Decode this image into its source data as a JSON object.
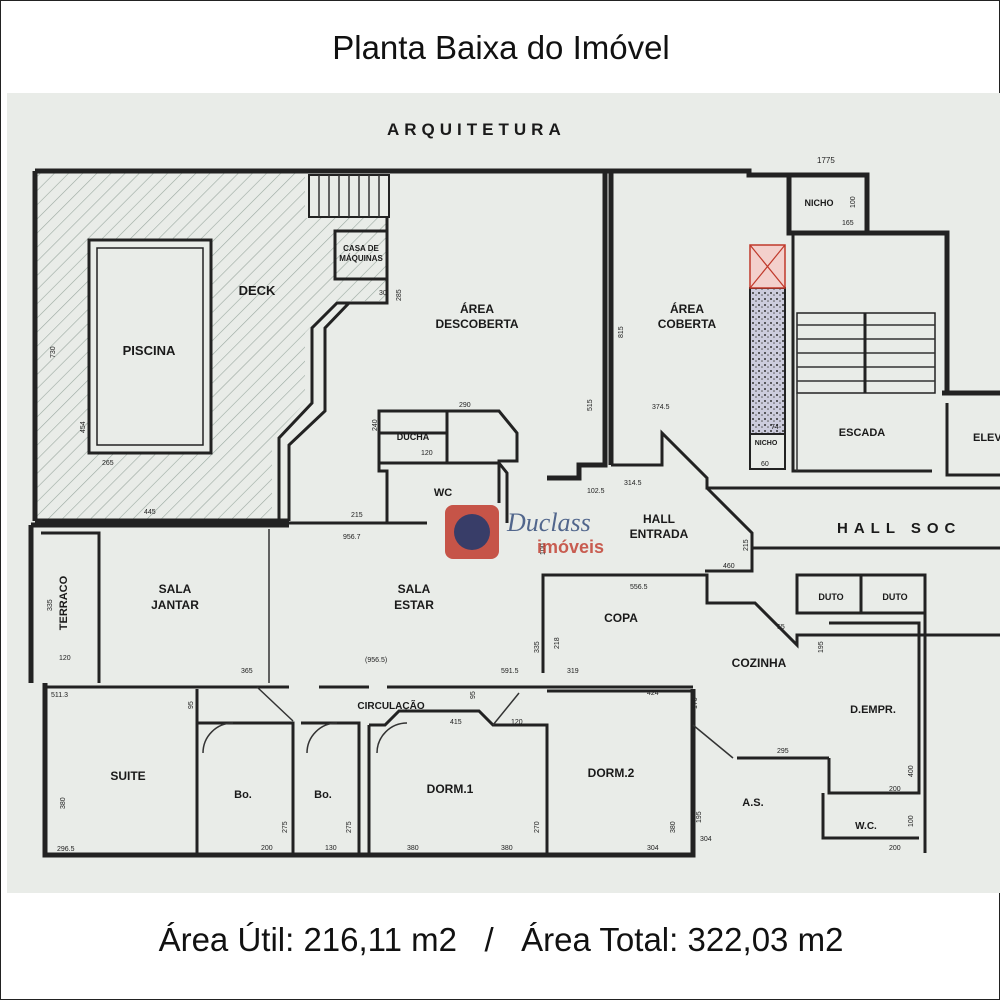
{
  "header": {
    "title": "Planta Baixa do Imóvel"
  },
  "plan": {
    "section_title": "ARQUITETURA",
    "hall_social": "HALL SOC",
    "rooms": {
      "piscina": "PISCINA",
      "deck": "DECK",
      "casa_maquinas_1": "CASA DE",
      "casa_maquinas_2": "MÁQUINAS",
      "area_descoberta_1": "ÁREA",
      "area_descoberta_2": "DESCOBERTA",
      "area_coberta_1": "ÁREA",
      "area_coberta_2": "COBERTA",
      "nicho_top": "NICHO",
      "nicho_small": "NICHO",
      "escada": "ESCADA",
      "elevador": "ELEV",
      "ducha": "DUCHA",
      "wc": "WC",
      "hall_entrada_1": "HALL",
      "hall_entrada_2": "ENTRADA",
      "terraco": "TERRACO",
      "sala_jantar_1": "SALA",
      "sala_jantar_2": "JANTAR",
      "sala_estar_1": "SALA",
      "sala_estar_2": "ESTAR",
      "copa": "COPA",
      "cozinha": "COZINHA",
      "duto_1": "DUTO",
      "duto_2": "DUTO",
      "d_empr": "D.EMPR.",
      "circulacao": "CIRCULAÇÃO",
      "suite": "SUITE",
      "bo_1": "Bo.",
      "bo_2": "Bo.",
      "dorm_1": "DORM.1",
      "dorm_2": "DORM.2",
      "as": "A.S.",
      "wc_2": "W.C."
    },
    "dimensions": {
      "d1775": "1775",
      "d100a": "100",
      "d165": "165",
      "d730": "730",
      "d454": "454",
      "d265": "265",
      "d445": "445",
      "d285": "285",
      "d30": "30",
      "d815": "815",
      "d515": "515",
      "d3745": "374.5",
      "d74": "74",
      "d60": "60",
      "d290": "290",
      "d240": "240",
      "d120a": "120",
      "d3145": "314.5",
      "d1025": "102.5",
      "d215a": "215",
      "d9567": "956.7",
      "d100b": "100",
      "d215b": "215",
      "d460": "460",
      "d335a": "335",
      "d120b": "120",
      "d5565": "556.5",
      "d335b": "335",
      "d218": "218",
      "d319": "319",
      "d365": "365",
      "d9565": "(956.5)",
      "d5915": "591.5",
      "d55": "55",
      "d195a": "195",
      "d5113": "511.3",
      "d95a": "95",
      "d95b": "95",
      "d415": "415",
      "d120c": "120",
      "d424": "424",
      "d170": "170",
      "d295": "295",
      "d380a": "380",
      "d2965": "296.5",
      "d275a": "275",
      "d200a": "200",
      "d130": "130",
      "d275b": "275",
      "d380b": "380",
      "d270": "270",
      "d380c": "380",
      "d304a": "304",
      "d195b": "195",
      "d304b": "304",
      "d400": "400",
      "d200b": "200",
      "d100c": "100",
      "d200c": "200"
    },
    "watermark": {
      "name": "Duclass",
      "sub": "imóveis"
    },
    "colors": {
      "background": "#e9ece8",
      "wall": "#222222",
      "accent_red": "#c0392b",
      "pool_hatch": "#9aa8a0"
    }
  },
  "footer": {
    "area_util": "Área Útil: 216,11 m2",
    "separator": "/",
    "area_total": "Área Total: 322,03 m2"
  }
}
